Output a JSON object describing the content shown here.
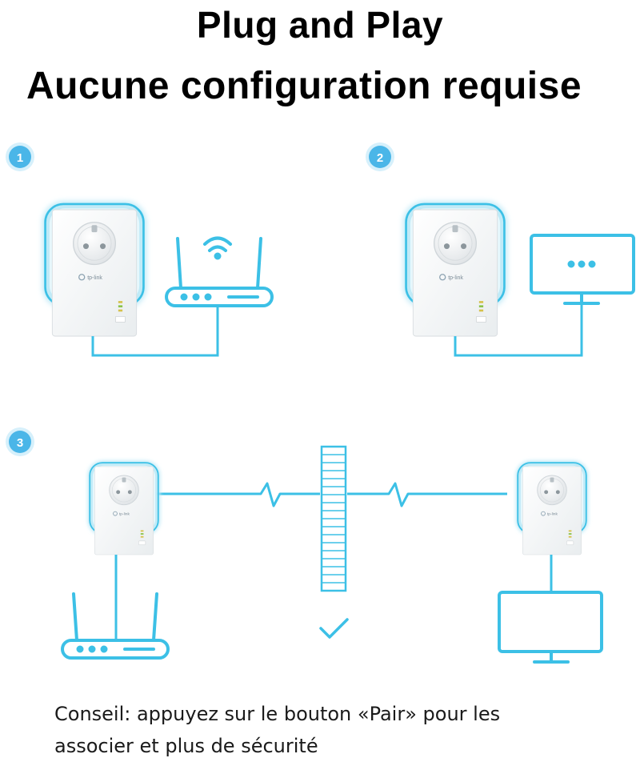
{
  "header": {
    "title": "Plug and Play",
    "subtitle": "Aucune configuration requise"
  },
  "steps": [
    {
      "number": "1",
      "device": "router"
    },
    {
      "number": "2",
      "device": "monitor"
    },
    {
      "number": "3",
      "device": "pairing"
    }
  ],
  "adapter": {
    "brand_label": "tp-link"
  },
  "icons": [
    "wifi-icon",
    "router-icon",
    "monitor-icon",
    "powerline-adapter-icon",
    "wall-icon",
    "checkmark-icon"
  ],
  "colors": {
    "accent": "#3cc0e6",
    "step_badge": "#4ab6e8",
    "glow": "#bfeaf7",
    "adapter_body": "#f4f6f7"
  },
  "footer": {
    "tip_line1": "Conseil: appuyez sur le bouton «Pair» pour les",
    "tip_line2": "associer et plus de sécurité"
  }
}
